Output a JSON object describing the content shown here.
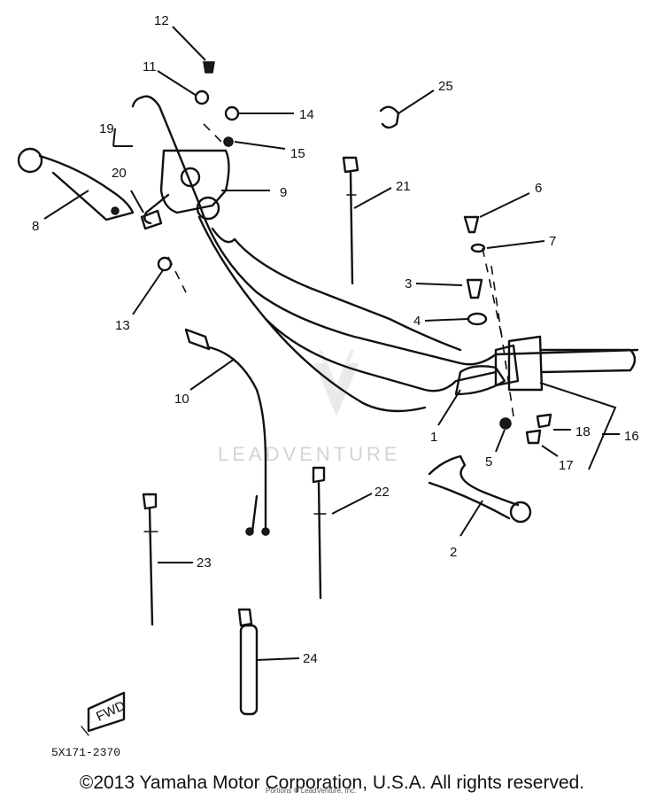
{
  "diagram": {
    "callouts": [
      {
        "id": "1",
        "text": "1"
      },
      {
        "id": "2",
        "text": "2"
      },
      {
        "id": "3",
        "text": "3"
      },
      {
        "id": "4",
        "text": "4"
      },
      {
        "id": "5",
        "text": "5"
      },
      {
        "id": "6",
        "text": "6"
      },
      {
        "id": "7",
        "text": "7"
      },
      {
        "id": "8",
        "text": "8"
      },
      {
        "id": "9",
        "text": "9"
      },
      {
        "id": "10",
        "text": "10"
      },
      {
        "id": "11",
        "text": "11"
      },
      {
        "id": "12",
        "text": "12"
      },
      {
        "id": "13",
        "text": "13"
      },
      {
        "id": "14",
        "text": "14"
      },
      {
        "id": "15",
        "text": "15"
      },
      {
        "id": "16",
        "text": "16"
      },
      {
        "id": "17",
        "text": "17"
      },
      {
        "id": "18",
        "text": "18"
      },
      {
        "id": "19",
        "text": "19"
      },
      {
        "id": "20",
        "text": "20"
      },
      {
        "id": "21",
        "text": "21"
      },
      {
        "id": "22",
        "text": "22"
      },
      {
        "id": "23",
        "text": "23"
      },
      {
        "id": "24",
        "text": "24"
      },
      {
        "id": "25",
        "text": "25"
      }
    ],
    "fwd_marker": "FWD",
    "diagram_code": "5X171-2370",
    "watermark": "LEADVENTURE"
  },
  "footer": {
    "copyright": "©2013 Yamaha Motor Corporation, U.S.A. All rights reserved.",
    "small_print": "Portions © LeadVenture, Inc."
  }
}
